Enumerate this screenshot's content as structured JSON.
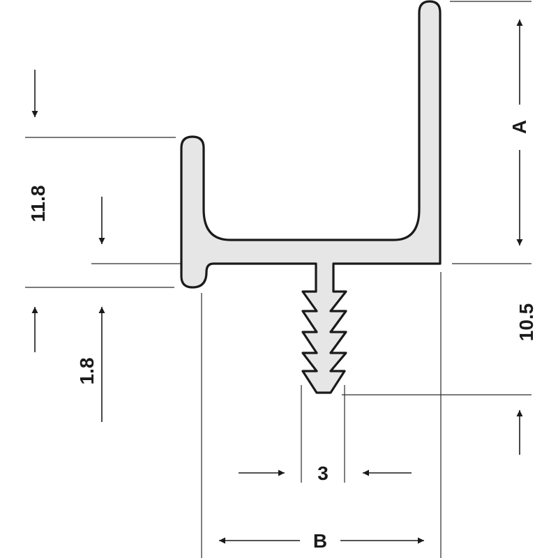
{
  "dimensions": {
    "left_height": "11.8",
    "lip_thickness": "1.8",
    "stem_height": "10.5",
    "stem_width": "3",
    "height_a": "A",
    "width_b": "B"
  }
}
